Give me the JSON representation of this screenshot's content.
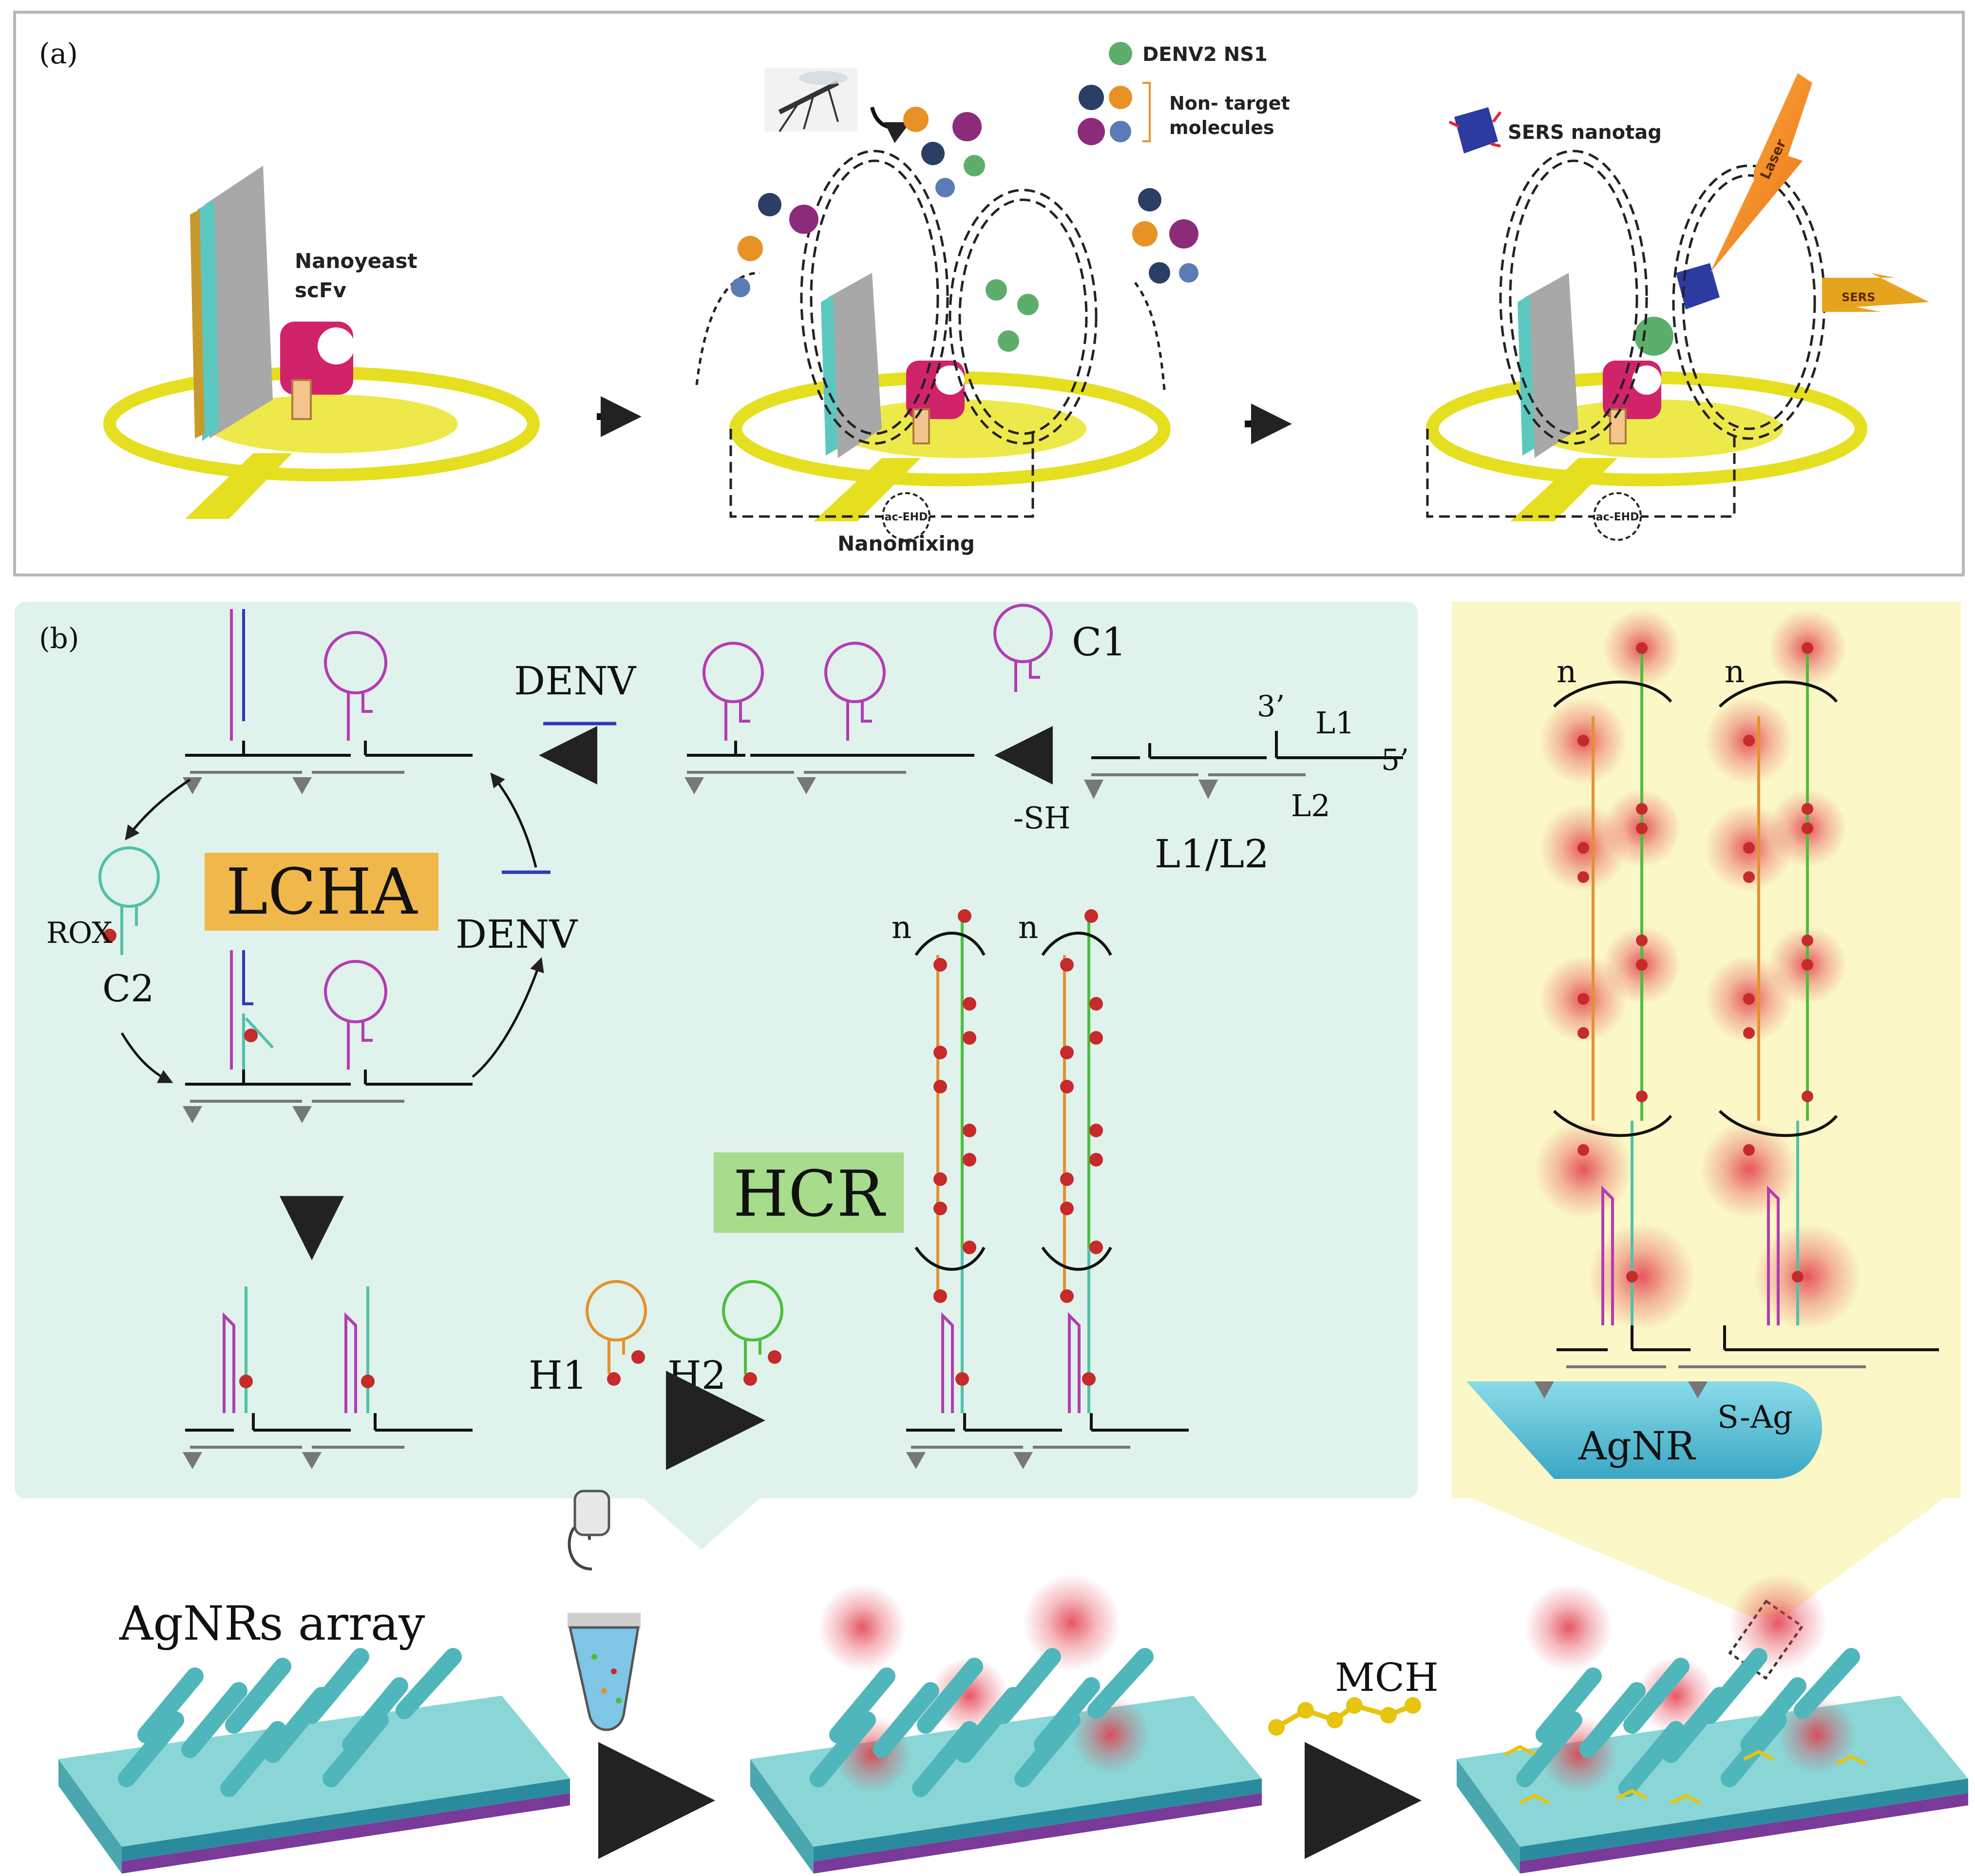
{
  "panel_a": {
    "label": "(a)",
    "nanoyeast_label": "Nanoyeast",
    "scfv_label": "scFv",
    "legend_target": "DENV2 NS1",
    "legend_nontarget_line1": "Non- target",
    "legend_nontarget_line2": "molecules",
    "nanomixing_label": "Nanomixing",
    "acehd_label": "ac-EHD",
    "sers_nanotag_label": "SERS nanotag",
    "laser_label": "Laser",
    "sers_label": "SERS"
  },
  "panel_b": {
    "label": "(b)",
    "lcha_label": "LCHA",
    "hcr_label": "HCR",
    "denv_top": "DENV",
    "denv_right": "DENV",
    "c1_label": "C1",
    "c2_label": "C2",
    "rox_label": "ROX",
    "l1_label": "L1",
    "l2_label": "L2",
    "l1l2_label": "L1/L2",
    "three_prime": "3’",
    "five_prime": "5’",
    "sh_label": "-SH",
    "h1_label": "H1",
    "h2_label": "H2",
    "n_label": "n",
    "agnr_label": "AgNR",
    "sag_label": "S-Ag"
  },
  "bottom": {
    "agnrs_array_label": "AgNRs array",
    "mch_label": "MCH"
  },
  "colors": {
    "lcha_bg": "#f0b74a",
    "hcr_bg": "#a6dc8c",
    "panel_b_bg": "#dff2ec",
    "zoom_bg": "#fbf7c6",
    "rod": "#7dd3d3",
    "fluor": "#d83a3a",
    "magenta_strand": "#b43bb4",
    "green_strand": "#4bbf3a",
    "orange_strand": "#e6912a",
    "teal_strand": "#52c0a8"
  }
}
